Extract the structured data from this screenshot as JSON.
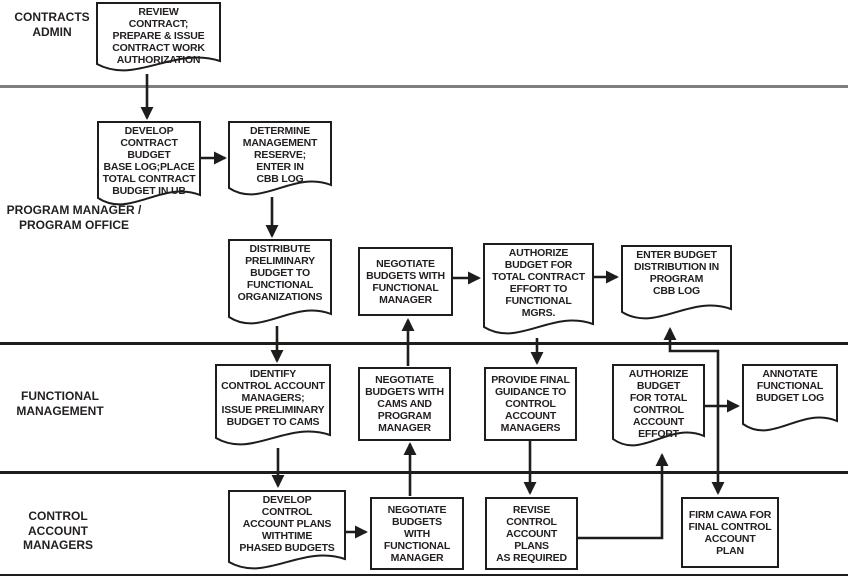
{
  "diagram": {
    "colors": {
      "line": "#1d1d1b",
      "top_divider": "#7e7e7e",
      "text": "#231f20",
      "node_fill": "#ffffff"
    },
    "lanes": [
      {
        "id": "contracts-admin",
        "label": "CONTRACTS\nADMIN"
      },
      {
        "id": "program-manager",
        "label": "PROGRAM MANAGER /\nPROGRAM OFFICE"
      },
      {
        "id": "functional-management",
        "label": "FUNCTIONAL\nMANAGEMENT"
      },
      {
        "id": "control-account-managers",
        "label": "CONTROL\nACCOUNT\nMANAGERS"
      }
    ],
    "nodes": [
      {
        "id": "review-cwa",
        "lane": "contracts-admin",
        "shape": "document",
        "label": "REVIEW\nCONTRACT;\nPREPARE & ISSUE\nCONTRACT WORK\nAUTHORIZATION"
      },
      {
        "id": "develop-cbb",
        "lane": "program-manager",
        "shape": "document",
        "label": "DEVELOP\nCONTRACT\nBUDGET\nBASE LOG;PLACE\nTOTAL CONTRACT\nBUDGET IN UB"
      },
      {
        "id": "determine-mr",
        "lane": "program-manager",
        "shape": "document",
        "label": "DETERMINE\nMANAGEMENT\nRESERVE;\nENTER IN\nCBB LOG"
      },
      {
        "id": "distribute-prelim",
        "lane": "program-manager",
        "shape": "document",
        "label": "DISTRIBUTE\nPRELIMINARY\nBUDGET TO\nFUNCTIONAL\nORGANIZATIONS"
      },
      {
        "id": "negotiate-fm",
        "lane": "program-manager",
        "shape": "process",
        "label": "NEGOTIATE\nBUDGETS WITH\nFUNCTIONAL\nMANAGER"
      },
      {
        "id": "authorize-contract",
        "lane": "program-manager",
        "shape": "document",
        "label": "AUTHORIZE\nBUDGET FOR\nTOTAL CONTRACT\nEFFORT TO\nFUNCTIONAL\nMGRS."
      },
      {
        "id": "enter-budget-dist",
        "lane": "program-manager",
        "shape": "document",
        "label": "ENTER BUDGET\nDISTRIBUTION IN\nPROGRAM\nCBB LOG"
      },
      {
        "id": "identify-cams",
        "lane": "functional-management",
        "shape": "document",
        "label": "IDENTIFY\nCONTROL ACCOUNT\nMANAGERS;\nISSUE PRELIMINARY\nBUDGET TO CAMS"
      },
      {
        "id": "negotiate-cams-pm",
        "lane": "functional-management",
        "shape": "process",
        "label": "NEGOTIATE\nBUDGETS WITH\nCAMS AND\nPROGRAM\nMANAGER"
      },
      {
        "id": "provide-guidance",
        "lane": "functional-management",
        "shape": "process",
        "label": "PROVIDE FINAL\nGUIDANCE TO\nCONTROL\nACCOUNT\nMANAGERS"
      },
      {
        "id": "authorize-ca",
        "lane": "functional-management",
        "shape": "document",
        "label": "AUTHORIZE\nBUDGET\nFOR TOTAL\nCONTROL\nACCOUNT\nEFFORT"
      },
      {
        "id": "annotate-fbl",
        "lane": "functional-management",
        "shape": "document",
        "label": "ANNOTATE\nFUNCTIONAL\nBUDGET LOG"
      },
      {
        "id": "develop-caps",
        "lane": "control-account-managers",
        "shape": "document",
        "label": "DEVELOP\nCONTROL\nACCOUNT PLANS\nWITHTIME\nPHASED BUDGETS"
      },
      {
        "id": "negotiate-fm-cam",
        "lane": "control-account-managers",
        "shape": "process",
        "label": "NEGOTIATE\nBUDGETS\nWITH\nFUNCTIONAL\nMANAGER"
      },
      {
        "id": "revise-caps",
        "lane": "control-account-managers",
        "shape": "process",
        "label": "REVISE\nCONTROL\nACCOUNT\nPLANS\nAS REQUIRED"
      },
      {
        "id": "firm-cawa",
        "lane": "control-account-managers",
        "shape": "process",
        "label": "FIRM CAWA FOR\nFINAL CONTROL\nACCOUNT\nPLAN"
      }
    ],
    "edges": [
      [
        "review-cwa",
        "develop-cbb"
      ],
      [
        "develop-cbb",
        "determine-mr"
      ],
      [
        "determine-mr",
        "distribute-prelim"
      ],
      [
        "distribute-prelim",
        "identify-cams"
      ],
      [
        "negotiate-cams-pm",
        "negotiate-fm"
      ],
      [
        "negotiate-fm",
        "authorize-contract"
      ],
      [
        "authorize-contract",
        "provide-guidance"
      ],
      [
        "authorize-contract",
        "enter-budget-dist"
      ],
      [
        "identify-cams",
        "develop-caps"
      ],
      [
        "develop-caps",
        "negotiate-fm-cam"
      ],
      [
        "negotiate-fm-cam",
        "negotiate-cams-pm"
      ],
      [
        "provide-guidance",
        "revise-caps"
      ],
      [
        "revise-caps",
        "authorize-ca"
      ],
      [
        "authorize-ca",
        "annotate-fbl"
      ],
      [
        "authorize-ca",
        "firm-cawa"
      ],
      [
        "authorize-ca",
        "enter-budget-dist"
      ]
    ]
  }
}
